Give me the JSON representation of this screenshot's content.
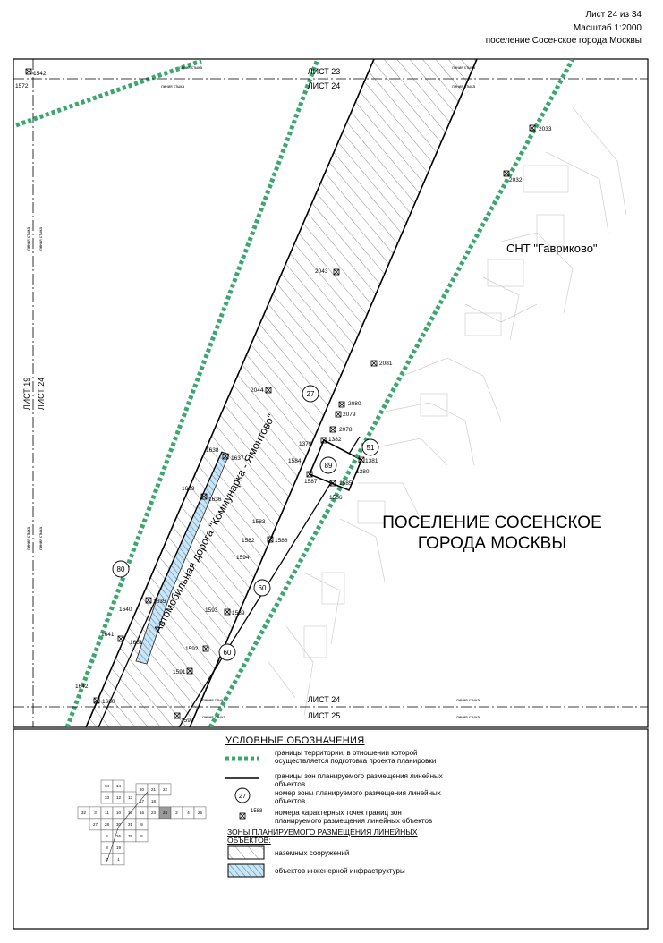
{
  "header": {
    "sheet": "Лист 24 из 34",
    "scale": "Масштаб 1:2000",
    "location": "поселение Сосенское города Москвы"
  },
  "sheet_labels": {
    "top_above": "ЛИСТ 23",
    "top_below": "ЛИСТ 24",
    "bottom_above": "ЛИСТ 24",
    "bottom_below": "ЛИСТ 25",
    "left_outer": "ЛИСТ 19",
    "left_inner": "ЛИСТ 24"
  },
  "seam_label": "линия стыка",
  "places": {
    "snt": "СНТ \"Гавриково\"",
    "settlement_line1": "ПОСЕЛЕНИЕ СОСЕНСКОЕ",
    "settlement_line2": "ГОРОДА МОСКВЫ",
    "road": "Автомобильная дорога \"Коммунарка - Ямонтово\""
  },
  "zones": [
    "27",
    "51",
    "89",
    "80",
    "60",
    "60"
  ],
  "points": [
    "1542",
    "1572",
    "2033",
    "2032",
    "2043",
    "2081",
    "2044",
    "2080",
    "2079",
    "2078",
    "1379",
    "1382",
    "1381",
    "1380",
    "1584",
    "1587",
    "1585",
    "1586",
    "1638",
    "1637",
    "1639",
    "1636",
    "1583",
    "1582",
    "1588",
    "1594",
    "1640",
    "1635",
    "1593",
    "1589",
    "1641",
    "1661",
    "1592",
    "1591",
    "1642",
    "1660",
    "1590"
  ],
  "legend": {
    "title": "УСЛОВНЫЕ ОБОЗНАЧЕНИЯ",
    "items": [
      {
        "text": "границы территории, в отношении которой осуществляется подготовка проекта планировки"
      },
      {
        "text": "границы зон планируемого размещения линейных объектов"
      },
      {
        "symbol": "27",
        "text": "номер зоны планируемого размещения линейных объектов"
      },
      {
        "symbol": "1588",
        "text": "номера характерных точек границ зон планируемого размещения линейных объектов"
      }
    ],
    "subtitle": "ЗОНЫ ПЛАНИРУЕМОГО РАЗМЕЩЕНИЯ ЛИНЕЙНЫХ ОБЪЕКТОВ:",
    "zones": [
      {
        "text": "наземных сооружений"
      },
      {
        "text": "объектов инженерной инфраструктуры"
      }
    ]
  },
  "index_map": {
    "cells": [
      "34",
      "14",
      "20",
      "21",
      "22",
      "33",
      "12",
      "13",
      "17",
      "18",
      "32",
      "3",
      "11",
      "10",
      "15",
      "16",
      "23",
      "24",
      "2",
      "4",
      "25",
      "27",
      "28",
      "30",
      "31",
      "9",
      "6",
      "26",
      "29",
      "5",
      "8",
      "19",
      "7",
      "1"
    ],
    "current": "24"
  },
  "colors": {
    "boundary": "#3aa86e",
    "hatch_infra": "#3d8fc4",
    "background": "#ffffff"
  }
}
